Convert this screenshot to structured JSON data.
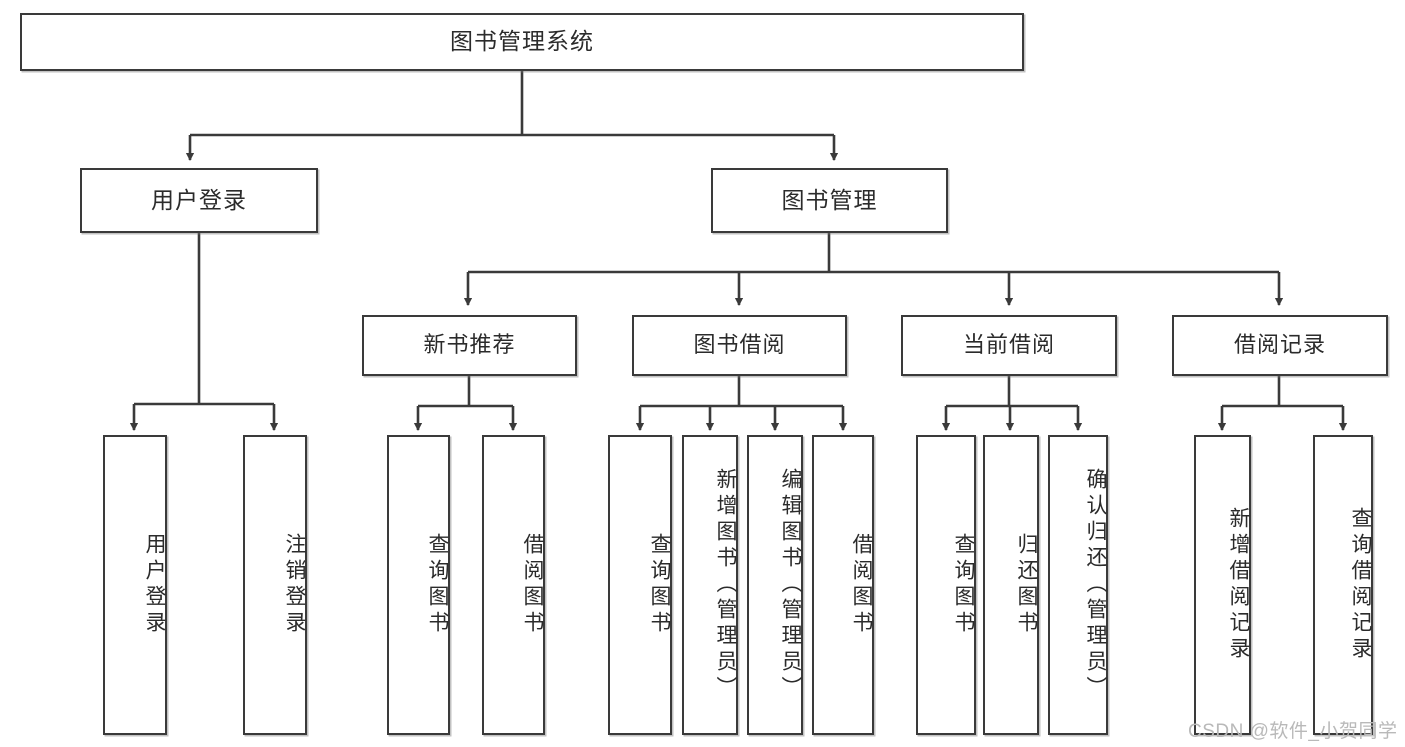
{
  "diagram": {
    "type": "tree-hierarchy",
    "title": "图书管理系统",
    "orientation": "top-down",
    "colors": {
      "stroke": "#3a3a3a",
      "fill": "#ffffff",
      "text": "#2b2b2b",
      "watermark": "#b9b9b9"
    },
    "levels": [
      {
        "level": 1,
        "nodes": [
          {
            "id": "root",
            "label": "图书管理系统",
            "orientation": "horizontal"
          }
        ]
      },
      {
        "level": 2,
        "nodes": [
          {
            "id": "login",
            "label": "用户登录",
            "orientation": "horizontal",
            "parent": "root"
          },
          {
            "id": "bookmgmt",
            "label": "图书管理",
            "orientation": "horizontal",
            "parent": "root"
          }
        ]
      },
      {
        "level": 3,
        "nodes": [
          {
            "id": "newbook",
            "label": "新书推荐",
            "orientation": "horizontal",
            "parent": "bookmgmt"
          },
          {
            "id": "borrow",
            "label": "图书借阅",
            "orientation": "horizontal",
            "parent": "bookmgmt"
          },
          {
            "id": "current",
            "label": "当前借阅",
            "orientation": "horizontal",
            "parent": "bookmgmt"
          },
          {
            "id": "records",
            "label": "借阅记录",
            "orientation": "horizontal",
            "parent": "bookmgmt"
          }
        ]
      },
      {
        "level": 4,
        "nodes": [
          {
            "id": "leaf-login-1",
            "label": "用户登录",
            "orientation": "vertical",
            "parent": "login"
          },
          {
            "id": "leaf-login-2",
            "label": "注销登录",
            "orientation": "vertical",
            "parent": "login"
          },
          {
            "id": "leaf-newbook-1",
            "label": "查询图书",
            "orientation": "vertical",
            "parent": "newbook"
          },
          {
            "id": "leaf-newbook-2",
            "label": "借阅图书",
            "orientation": "vertical",
            "parent": "newbook"
          },
          {
            "id": "leaf-borrow-1",
            "label": "查询图书",
            "orientation": "vertical",
            "parent": "borrow"
          },
          {
            "id": "leaf-borrow-2",
            "label": "新增图书（管理员）",
            "orientation": "vertical",
            "parent": "borrow"
          },
          {
            "id": "leaf-borrow-3",
            "label": "编辑图书（管理员）",
            "orientation": "vertical",
            "parent": "borrow"
          },
          {
            "id": "leaf-borrow-4",
            "label": "借阅图书",
            "orientation": "vertical",
            "parent": "borrow"
          },
          {
            "id": "leaf-current-1",
            "label": "查询图书",
            "orientation": "vertical",
            "parent": "current"
          },
          {
            "id": "leaf-current-2",
            "label": "归还图书",
            "orientation": "vertical",
            "parent": "current"
          },
          {
            "id": "leaf-current-3",
            "label": "确认归还（管理员）",
            "orientation": "vertical",
            "parent": "current"
          },
          {
            "id": "leaf-records-1",
            "label": "新增借阅记录",
            "orientation": "vertical",
            "parent": "records"
          },
          {
            "id": "leaf-records-2",
            "label": "查询借阅记录",
            "orientation": "vertical",
            "parent": "records"
          }
        ]
      }
    ]
  },
  "watermark": {
    "text": "CSDN @软件_小贺同学"
  }
}
